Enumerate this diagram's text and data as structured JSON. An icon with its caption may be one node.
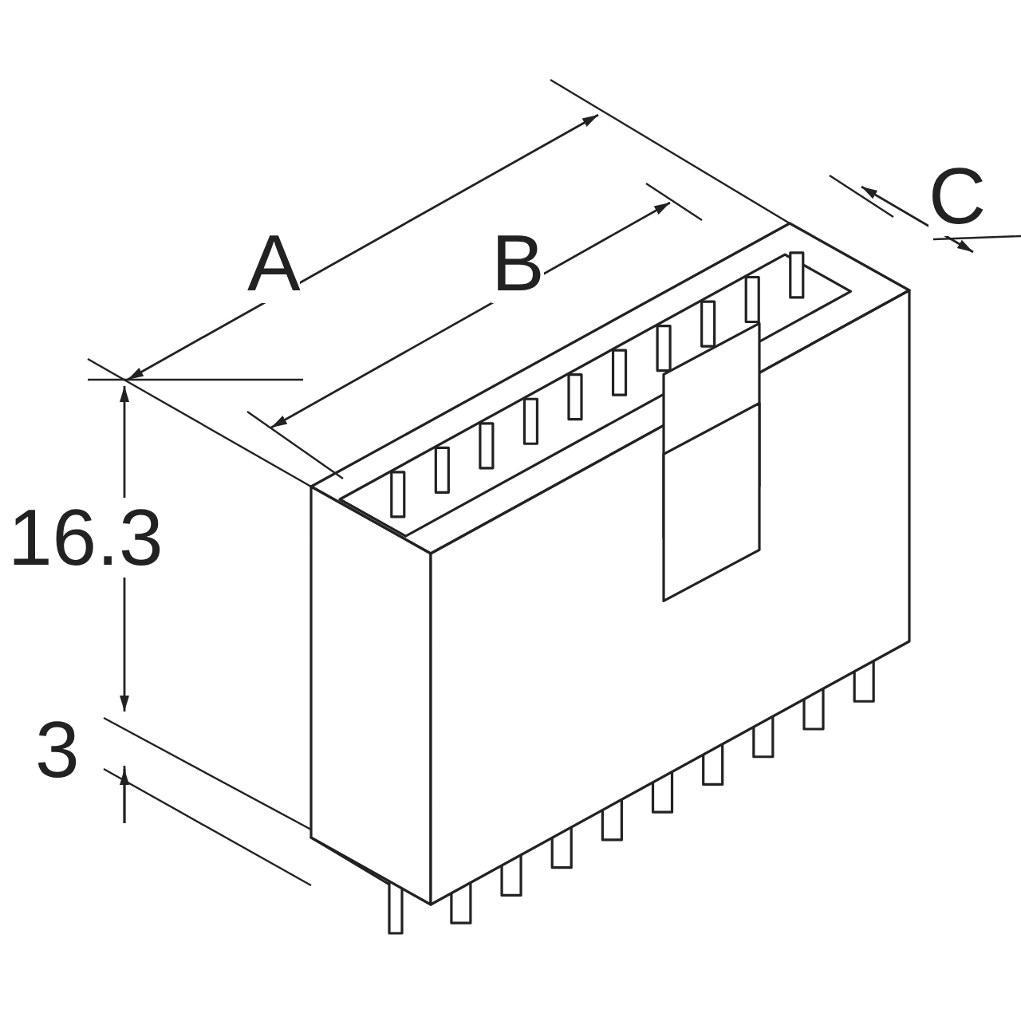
{
  "diagram": {
    "labels": [
      "A",
      "B",
      "C",
      "16.3",
      "3"
    ]
  }
}
